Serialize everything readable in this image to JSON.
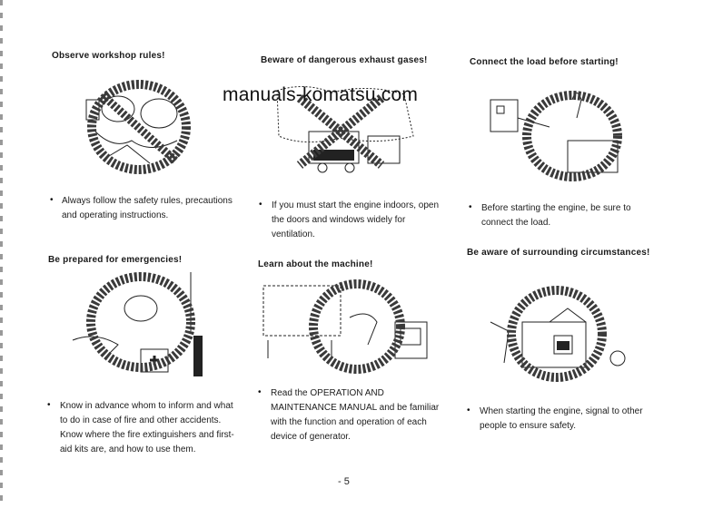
{
  "watermark": "manuals-komatsu.com",
  "page_number": "- 5",
  "panels": [
    {
      "title": "Observe workshop rules!",
      "text": "Always follow the safety rules, precautions and operating instructions."
    },
    {
      "title": "Beware of dangerous exhaust gases!",
      "text": "If you must start the engine indoors, open the doors and windows widely for ventilation."
    },
    {
      "title": "Connect the load before starting!",
      "text": "Before starting the engine, be sure to connect the load."
    },
    {
      "title": "Be prepared for emergencies!",
      "text": "Know in advance whom to inform and what to do in case of fire and other accidents. Know where the fire extinguishers and first-aid kits are, and how to use them."
    },
    {
      "title": "Learn about the machine!",
      "text": "Read the OPERATION AND MAINTENANCE MANUAL and be familiar with the function and operation of each device of generator."
    },
    {
      "title": "Be aware of surrounding circumstances!",
      "text": "When starting the engine, signal to other people to ensure safety."
    }
  ]
}
